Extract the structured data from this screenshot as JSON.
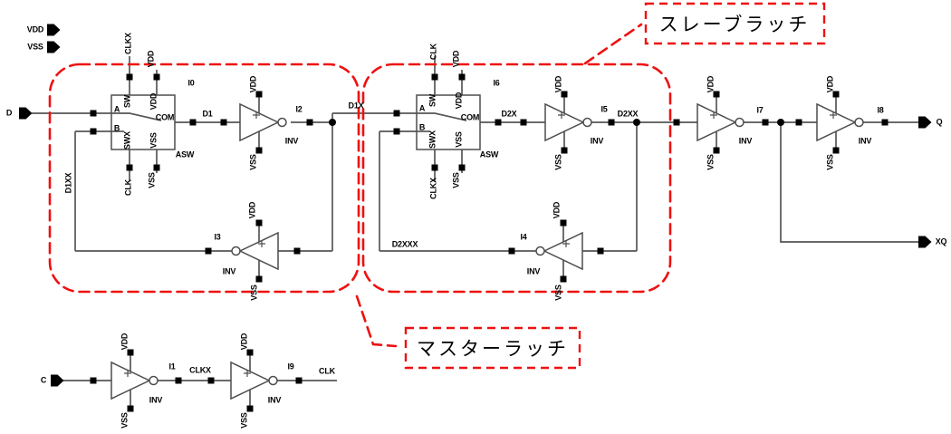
{
  "colors": {
    "wire": "#565656",
    "terminal": "#000000",
    "highlight": "#ee1111",
    "background": "#ffffff"
  },
  "ports": {
    "vdd": "VDD",
    "vss": "VSS",
    "d": "D",
    "c": "C",
    "q": "Q",
    "xq": "XQ"
  },
  "annotations": {
    "slave_latch": "スレーブラッチ",
    "master_latch": "マスターラッチ"
  },
  "switches": [
    {
      "id": "I0",
      "type": "ASW",
      "pins": {
        "a": "A",
        "b": "B",
        "sw": "SW",
        "swx": "SWX",
        "vdd": "VDD",
        "vss": "VSS",
        "com": "COM"
      },
      "nets": {
        "top_left": "CLKX",
        "top_right": "VDD",
        "bottom_left": "CLK",
        "bottom_right": "VSS"
      }
    },
    {
      "id": "I6",
      "type": "ASW",
      "pins": {
        "a": "A",
        "b": "B",
        "sw": "SW",
        "swx": "SWX",
        "vdd": "VDD",
        "vss": "VSS",
        "com": "COM"
      },
      "nets": {
        "top_left": "CLK",
        "top_right": "VDD",
        "bottom_left": "CLKX",
        "bottom_right": "VSS"
      }
    }
  ],
  "inverters": [
    {
      "id": "I2",
      "type": "INV",
      "vdd": "VDD",
      "vss": "VSS"
    },
    {
      "id": "I5",
      "type": "INV",
      "vdd": "VDD",
      "vss": "VSS"
    },
    {
      "id": "I7",
      "type": "INV",
      "vdd": "VDD",
      "vss": "VSS"
    },
    {
      "id": "I8",
      "type": "INV",
      "vdd": "VDD",
      "vss": "VSS"
    },
    {
      "id": "I3",
      "type": "INV",
      "vdd": "VDD",
      "vss": "VSS"
    },
    {
      "id": "I4",
      "type": "INV",
      "vdd": "VDD",
      "vss": "VSS"
    },
    {
      "id": "I1",
      "type": "INV",
      "vdd": "VDD",
      "vss": "VSS"
    },
    {
      "id": "I9",
      "type": "INV",
      "vdd": "VDD",
      "vss": "VSS"
    }
  ],
  "nets": {
    "d1": "D1",
    "d1x": "D1X",
    "d1xx": "D1XX",
    "d2x": "D2X",
    "d2xx": "D2XX",
    "d2xxx": "D2XXX",
    "clkx": "CLKX",
    "clk": "CLK"
  }
}
